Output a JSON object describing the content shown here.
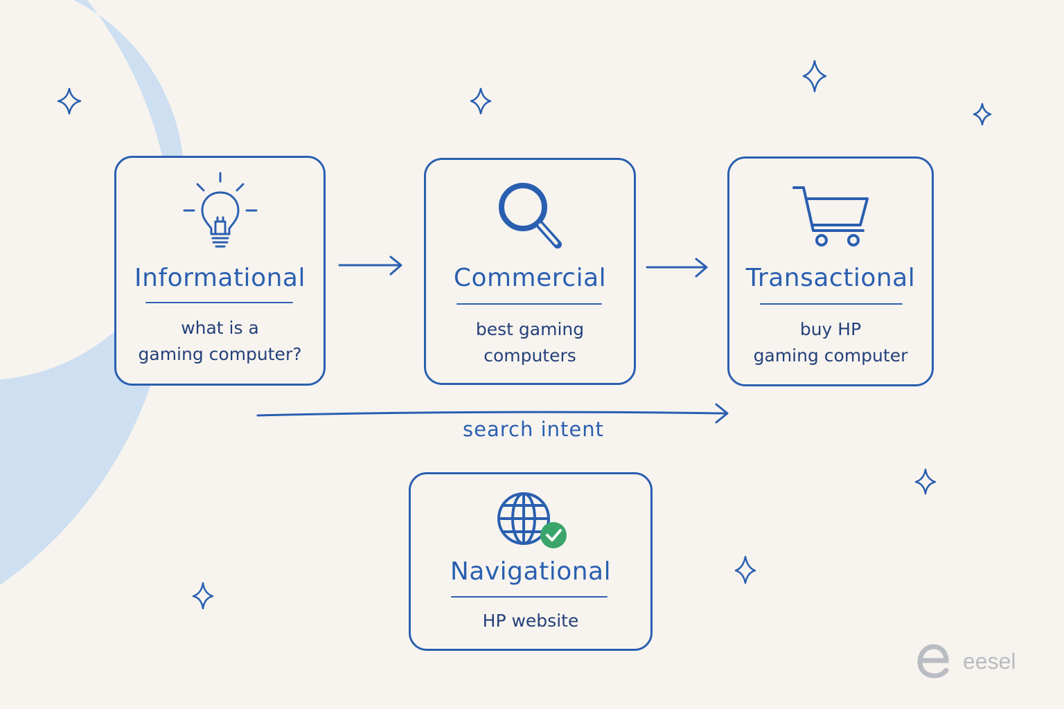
{
  "cards": [
    {
      "title": "Informational",
      "subtitle_lines": [
        "what is a",
        "gaming computer?"
      ],
      "icon": "lightbulb-icon"
    },
    {
      "title": "Commercial",
      "subtitle_lines": [
        "best gaming",
        "computers"
      ],
      "icon": "magnifier-icon"
    },
    {
      "title": "Transactional",
      "subtitle_lines": [
        "buy HP",
        "gaming computer"
      ],
      "icon": "shopping-cart-icon"
    },
    {
      "title": "Navigational",
      "subtitle_lines": [
        "HP website"
      ],
      "icon": "globe-check-icon"
    }
  ],
  "axis_label": "search intent",
  "brand": {
    "name": "eesel",
    "icon": "eesel-logo-icon"
  },
  "colors": {
    "background": "#f7f4ef",
    "arc": "#cddff1",
    "accent": "#2a5fb0",
    "text": "#24407a",
    "check": "#3aa56a",
    "logo": "#b9bcc2"
  }
}
